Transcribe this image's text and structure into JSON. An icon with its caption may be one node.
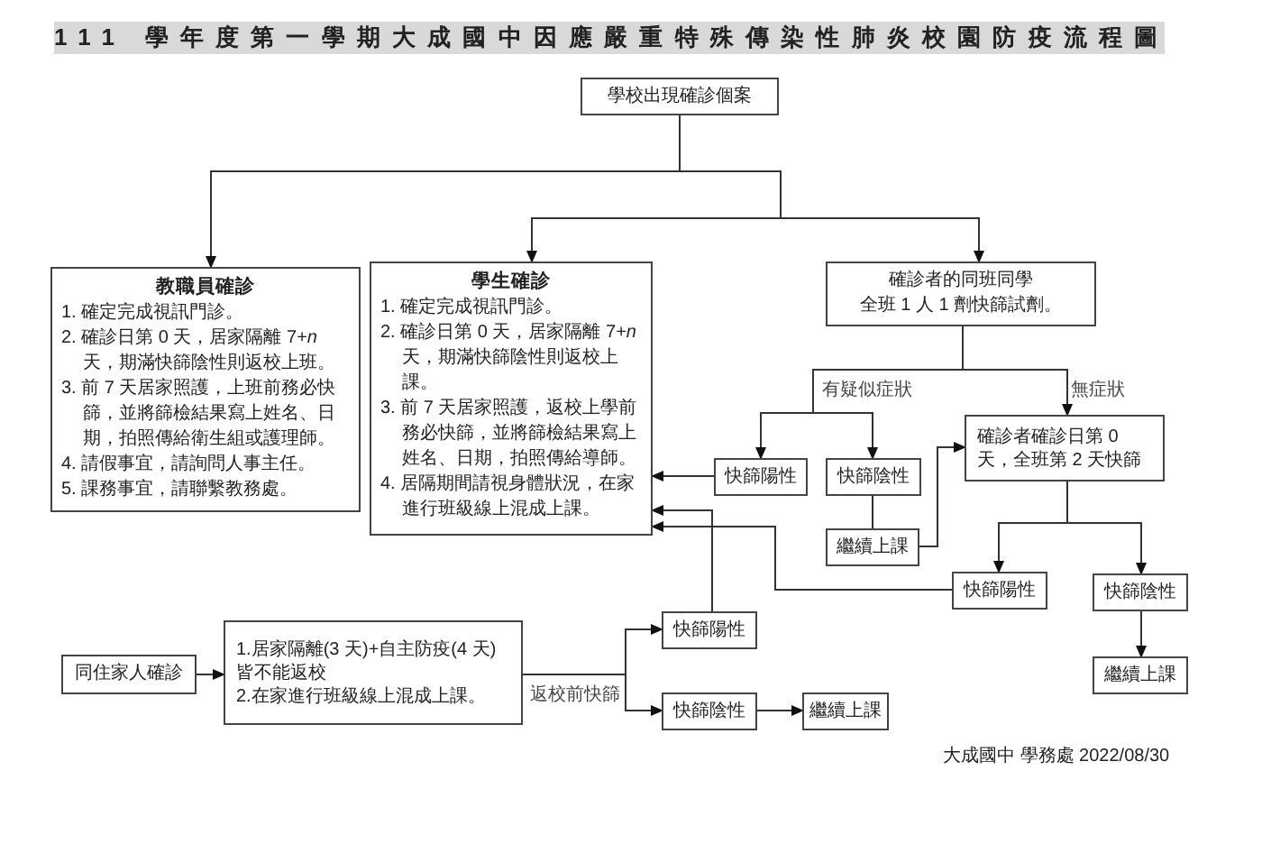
{
  "diagram": {
    "title": "111 學年度第一學期大成國中因應嚴重特殊傳染性肺炎校園防疫流程圖",
    "nodes": [
      {
        "text": [
          "學校出現確診個案"
        ]
      },
      {
        "text": [
          "教職員確診",
          "1. 確定完成視訊門診。",
          "2. 確診日第 0 天，居家隔離 7+*n* 天，期滿快篩陰性則返校上班。",
          "3. 前 7 天居家照護，上班前務必快篩，並將篩檢結果寫上姓名、日期，拍照傳給衛生組或護理師。",
          "4. 請假事宜，請詢問人事主任。",
          "5. 課務事宜，請聯繫教務處。"
        ]
      },
      {
        "text": [
          "學生確診",
          "1. 確定完成視訊門診。",
          "2. 確診日第 0 天，居家隔離 7+*n* 天，期滿快篩陰性則返校上課。",
          "3. 前 7 天居家照護，返校上學前務必快篩，並將篩檢結果寫上姓名、日期，拍照傳給導師。",
          "4. 居隔期間請視身體狀況，在家進行班級線上混成上課。"
        ]
      },
      {
        "text": [
          "確診者的同班同學",
          "全班 1 人 1 劑快篩試劑。"
        ]
      },
      {
        "text": [
          "快篩陽性"
        ]
      },
      {
        "text": [
          "快篩陰性"
        ]
      },
      {
        "text": [
          "繼續上課"
        ]
      },
      {
        "text": [
          "確診者確診日第 0 天，全班第 2 天快篩"
        ]
      },
      {
        "text": [
          "快篩陽性"
        ]
      },
      {
        "text": [
          "快篩陰性"
        ]
      },
      {
        "text": [
          "繼續上課"
        ]
      },
      {
        "text": [
          "同住家人確診"
        ]
      },
      {
        "text": [
          "1.居家隔離(3 天)+自主防疫(4 天)皆不能返校",
          "2.在家進行班級線上混成上課。"
        ]
      },
      {
        "text": [
          "快篩陽性"
        ]
      },
      {
        "text": [
          "快篩陰性"
        ]
      },
      {
        "text": [
          "繼續上課"
        ]
      }
    ],
    "edges": [
      {
        "from": 0,
        "to": 1,
        "arrow": "to"
      },
      {
        "from": 0,
        "to": 2,
        "arrow": "to"
      },
      {
        "from": 0,
        "to": 3,
        "arrow": "to"
      },
      {
        "from": 3,
        "to": 4,
        "arrow": "to",
        "label": "有疑似症狀"
      },
      {
        "from": 3,
        "to": 5,
        "arrow": "to"
      },
      {
        "from": 3,
        "to": 7,
        "arrow": "to",
        "label": "無症狀"
      },
      {
        "from": 5,
        "to": 6,
        "arrow": "none"
      },
      {
        "from": 6,
        "to": 7,
        "arrow": "to"
      },
      {
        "from": 7,
        "to": 8,
        "arrow": "to"
      },
      {
        "from": 7,
        "to": 9,
        "arrow": "to"
      },
      {
        "from": 9,
        "to": 10,
        "arrow": "to"
      },
      {
        "from": 4,
        "to": 2,
        "arrow": "to"
      },
      {
        "from": 13,
        "to": 2,
        "arrow": "to"
      },
      {
        "from": 8,
        "to": 2,
        "arrow": "to"
      },
      {
        "from": 11,
        "to": 12,
        "arrow": "to"
      },
      {
        "from": 12,
        "to": 13,
        "arrow": "to",
        "label": "返校前快篩"
      },
      {
        "from": 12,
        "to": 14,
        "arrow": "to"
      },
      {
        "from": 14,
        "to": 15,
        "arrow": "to"
      }
    ],
    "labels": [
      "大成國中 學務處 2022/08/30"
    ]
  }
}
